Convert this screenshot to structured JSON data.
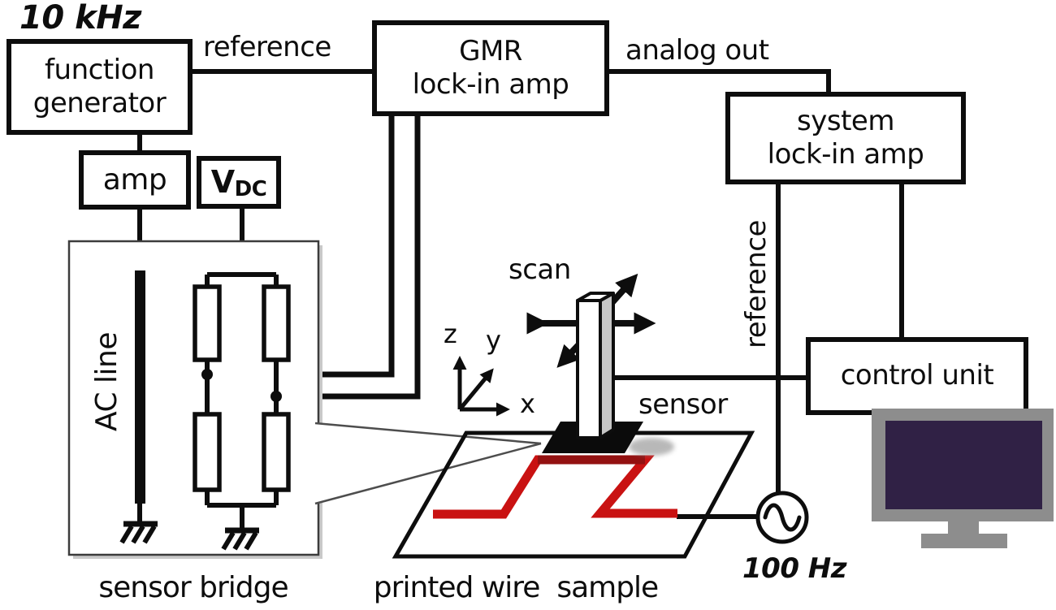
{
  "diagram": {
    "frequencies": {
      "top": "10 kHz",
      "bottom": "100 Hz"
    },
    "wire_labels": {
      "reference_top": "reference",
      "analog_out": "analog out",
      "reference_vertical": "reference"
    },
    "boxes": {
      "function_generator": {
        "line1": "function",
        "line2": "generator"
      },
      "amp": {
        "label": "amp"
      },
      "vdc": {
        "symbol": "V",
        "subscript": "DC"
      },
      "gmr_lockin": {
        "line1": "GMR",
        "line2": "lock-in amp"
      },
      "system_lockin": {
        "line1": "system",
        "line2": "lock-in amp"
      },
      "control_unit": {
        "label": "control unit"
      }
    },
    "annotations": {
      "scan": "scan",
      "sensor": "sensor",
      "ac_line": "AC line"
    },
    "captions": {
      "sensor_bridge": "sensor bridge",
      "printed_wire_sample": "printed wire  sample"
    },
    "axes": {
      "z": "z",
      "y": "y",
      "x": "x"
    },
    "colors": {
      "line_black": "#0d0d0d",
      "printed_wire_red": "#c91212",
      "monitor_frame": "#8d8d8d",
      "monitor_screen": "#302145"
    }
  }
}
